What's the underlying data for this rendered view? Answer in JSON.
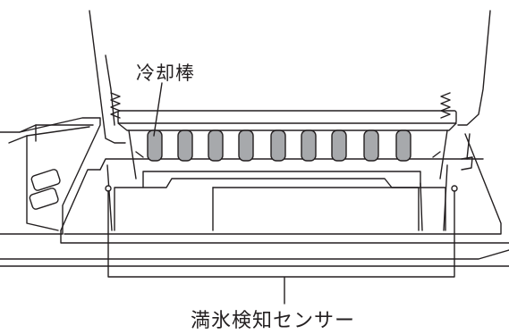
{
  "labels": {
    "cooling_rods": "冷却棒",
    "full_ice_sensor": "満氷検知センサー"
  },
  "colors": {
    "line": "#231f20",
    "rod_fill": "#a7a9ac",
    "background": "#ffffff"
  },
  "rod_count": 9
}
